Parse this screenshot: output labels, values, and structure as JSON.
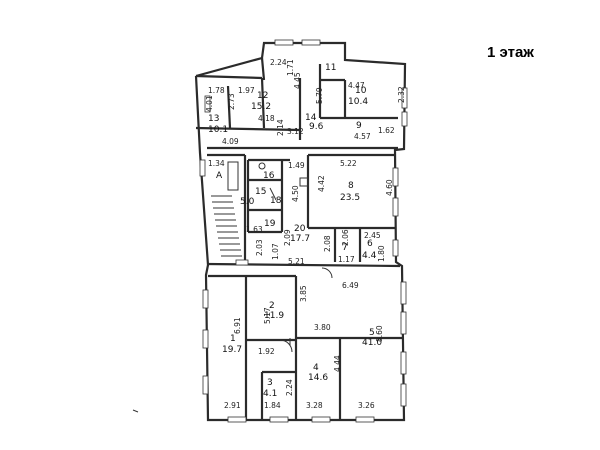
{
  "floor_title": "1 этаж",
  "rooms": [
    {
      "number": "1",
      "area": "19.7"
    },
    {
      "number": "2",
      "area": "11.9"
    },
    {
      "number": "3",
      "area": "4.1"
    },
    {
      "number": "4",
      "area": "14.6"
    },
    {
      "number": "5",
      "area": "41.0"
    },
    {
      "number": "6",
      "area": "4.4"
    },
    {
      "number": "7",
      "area": ""
    },
    {
      "number": "8",
      "area": "23.5"
    },
    {
      "number": "9",
      "area": ""
    },
    {
      "number": "10",
      "area": "10.4"
    },
    {
      "number": "11",
      "area": ""
    },
    {
      "number": "12",
      "area": "15.2"
    },
    {
      "number": "13",
      "area": "10.1"
    },
    {
      "number": "14",
      "area": "9.6"
    },
    {
      "number": "15",
      "area": "5.0"
    },
    {
      "number": "16",
      "area": ""
    },
    {
      "number": "18",
      "area": ""
    },
    {
      "number": "19",
      "area": ""
    },
    {
      "number": "20",
      "area": "17.7"
    }
  ],
  "stair_label": "А",
  "dimensions": [
    "1.78",
    "1.97",
    "2.24",
    "1.71",
    "4.47",
    "4.01",
    "2.73",
    "4.45",
    "5.79",
    "2.32",
    "4.18",
    "3.12",
    "4.57",
    "1.62",
    "4.09",
    "2.14",
    "1.34",
    "1.49",
    "5.22",
    "4.42",
    "4.60",
    "1.63",
    "4.50",
    "2.09",
    "2.03",
    "1.07",
    "2.08",
    "2.06",
    "2.45",
    "1.17",
    "5.21",
    "1.80",
    "6.49",
    "3.85",
    "6.91",
    "5.17",
    "3.80",
    "1.92",
    "8.60",
    "4.44",
    "2.24",
    "2.91",
    "1.84",
    "3.28",
    "3.26"
  ]
}
